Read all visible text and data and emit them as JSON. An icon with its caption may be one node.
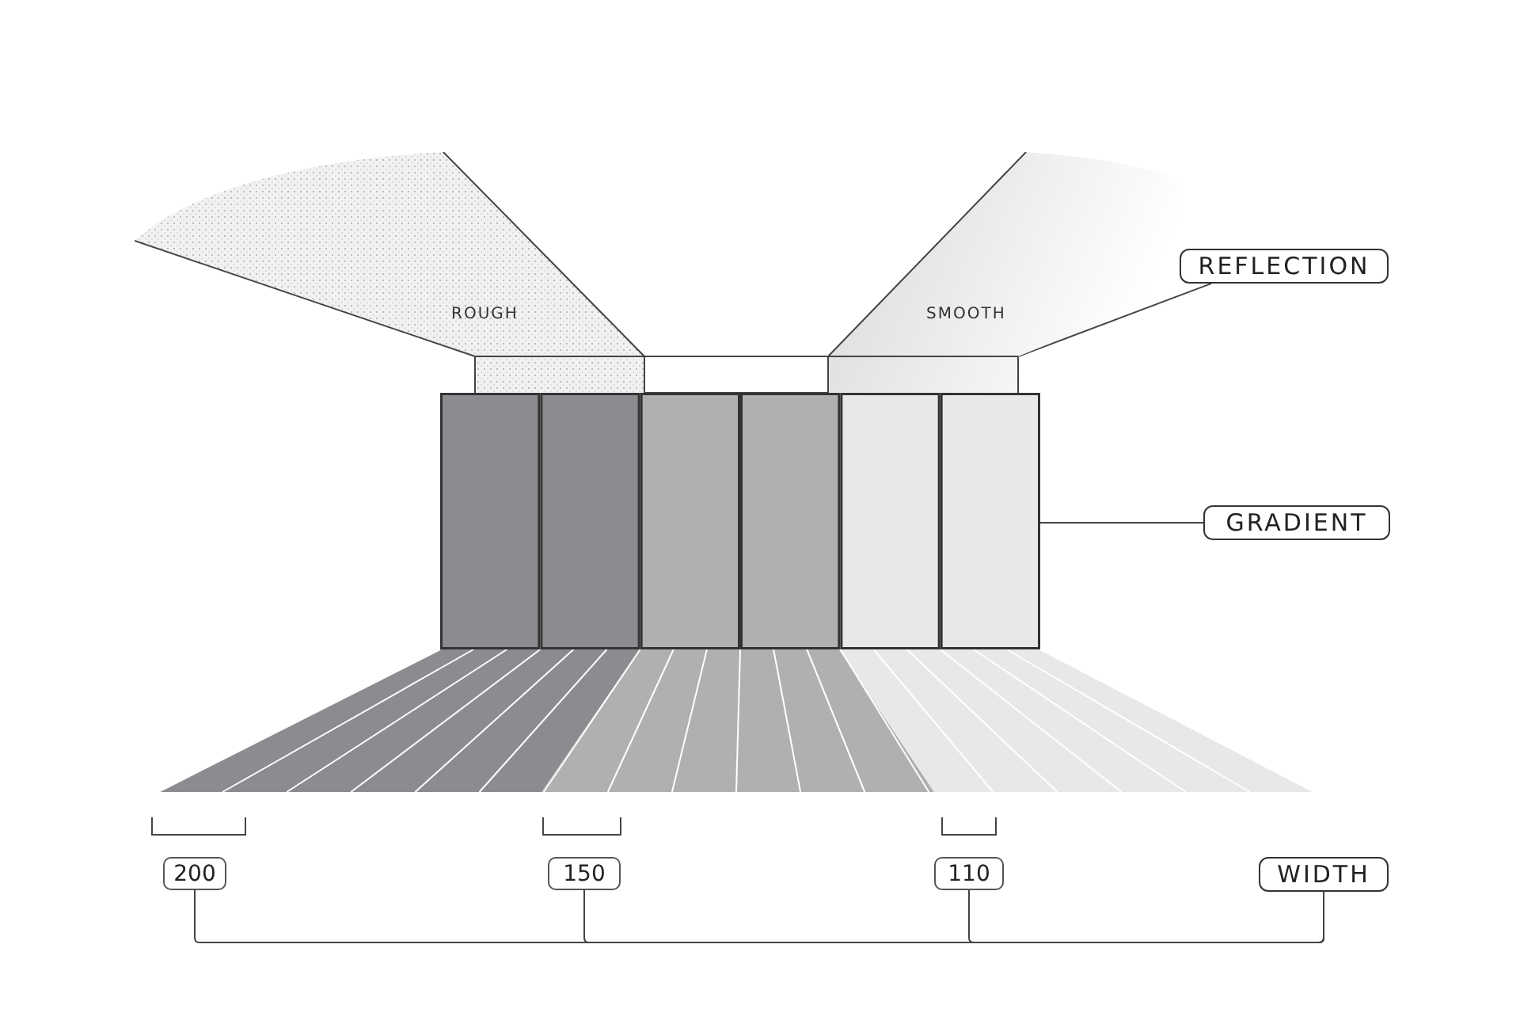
{
  "diagram": {
    "nodes": [
      {
        "text": [
          "REFLECTION"
        ]
      },
      {
        "text": [
          "ROUGH"
        ]
      },
      {
        "text": [
          "SMOOTH"
        ]
      },
      {
        "text": [
          "GRADIENT"
        ]
      },
      {
        "text": [],
        "shape": "box"
      },
      {
        "text": [
          "200"
        ]
      },
      {
        "text": [
          "150"
        ]
      },
      {
        "text": [
          "110"
        ]
      },
      {
        "text": [
          "WIDTH"
        ]
      }
    ],
    "edges": [
      {
        "from": 0,
        "to": 2,
        "arrow": "none"
      },
      {
        "from": 3,
        "to": 4,
        "arrow": "none"
      },
      {
        "from": 5,
        "to": 8,
        "arrow": "none"
      },
      {
        "from": 6,
        "to": 8,
        "arrow": "none"
      },
      {
        "from": 7,
        "to": 8,
        "arrow": "none"
      }
    ]
  }
}
